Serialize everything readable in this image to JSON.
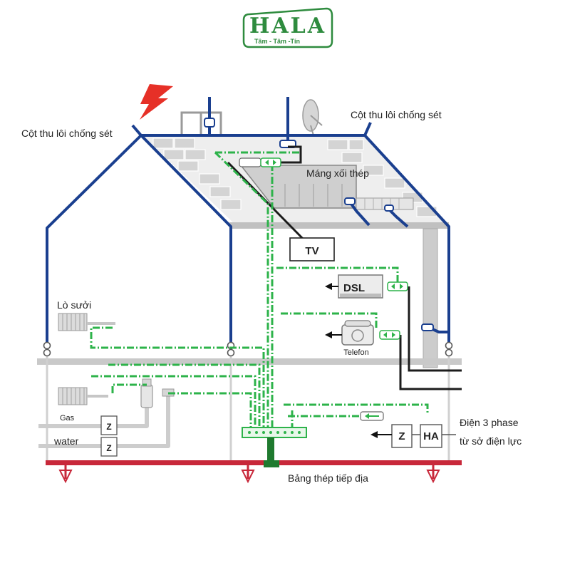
{
  "logo": {
    "name": "HALA",
    "tagline": "Tâm - Tâm -Tín"
  },
  "labels": {
    "lightning_rod_left": "Cột thu lôi chống sét",
    "lightning_rod_right": "Cột thu lôi chống sét",
    "steel_gutter": "Máng xối thép",
    "tv": "TV",
    "dsl": "DSL",
    "telefon": "Telefon",
    "heater": "Lò sưởi",
    "gas": "Gas",
    "water": "water",
    "meter_gas": "Z",
    "meter_water": "Z",
    "meter_power": "Z",
    "ha": "HA",
    "power_line1": "Điện 3 phase",
    "power_line2": "từ sở điện lực",
    "ground_strip": "Bảng thép tiếp địa"
  },
  "colors": {
    "conductor": "#1a3f8f",
    "bonding": "#2db34a",
    "ground": "#c8283a",
    "brand": "#2e8b3e"
  }
}
